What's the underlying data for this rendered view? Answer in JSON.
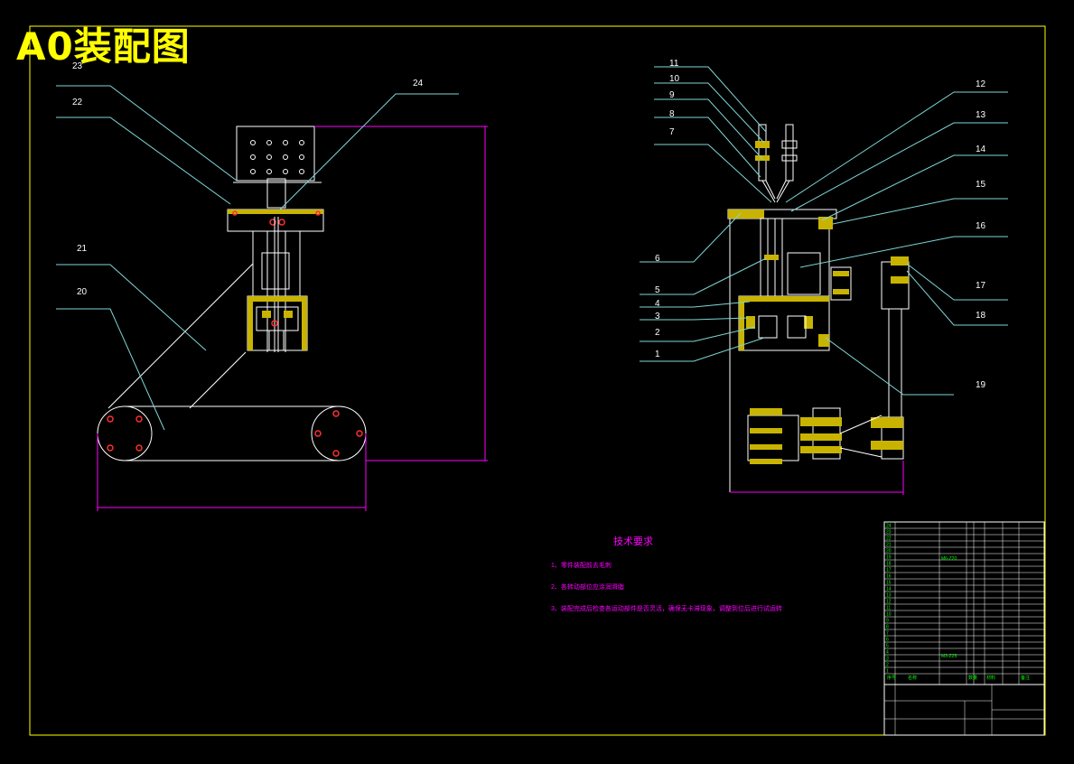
{
  "sheet_title": "A0装配图",
  "balloons_left": [
    "23",
    "22",
    "24",
    "21",
    "20"
  ],
  "balloons_right_left": [
    "11",
    "10",
    "9",
    "8",
    "7",
    "6",
    "5",
    "4",
    "3",
    "2",
    "1"
  ],
  "balloons_right_right": [
    "12",
    "13",
    "14",
    "15",
    "16",
    "17",
    "18",
    "19"
  ],
  "technical_requirements": {
    "heading": "技术要求",
    "items": [
      "1、零件装配前去毛刺",
      "2、各转动部位应涂润滑脂",
      "3、装配完成后检查各运动部件是否灵活，确保无卡滞现象，调整到位后进行试运转"
    ]
  },
  "bom": {
    "part_numbers": [
      "24",
      "23",
      "22",
      "21",
      "20",
      "19",
      "18",
      "17",
      "16",
      "15",
      "14",
      "13",
      "12",
      "11",
      "10",
      "9",
      "8",
      "7",
      "6",
      "5",
      "4",
      "3",
      "2",
      "1"
    ],
    "spec_a": "M6-Z20",
    "spec_b": "M3-Z25",
    "header": [
      "序号",
      "名称",
      "数量",
      "材料",
      "备注"
    ]
  },
  "colors": {
    "background": "#000000",
    "frame": "#ffff00",
    "geometry": "#ffffff",
    "leaders": "#7fd6d6",
    "dimensions": "#ff00ff",
    "section_hatch": "#c8b400",
    "bolts": "#ff3030",
    "bom_text": "#00ff00"
  }
}
